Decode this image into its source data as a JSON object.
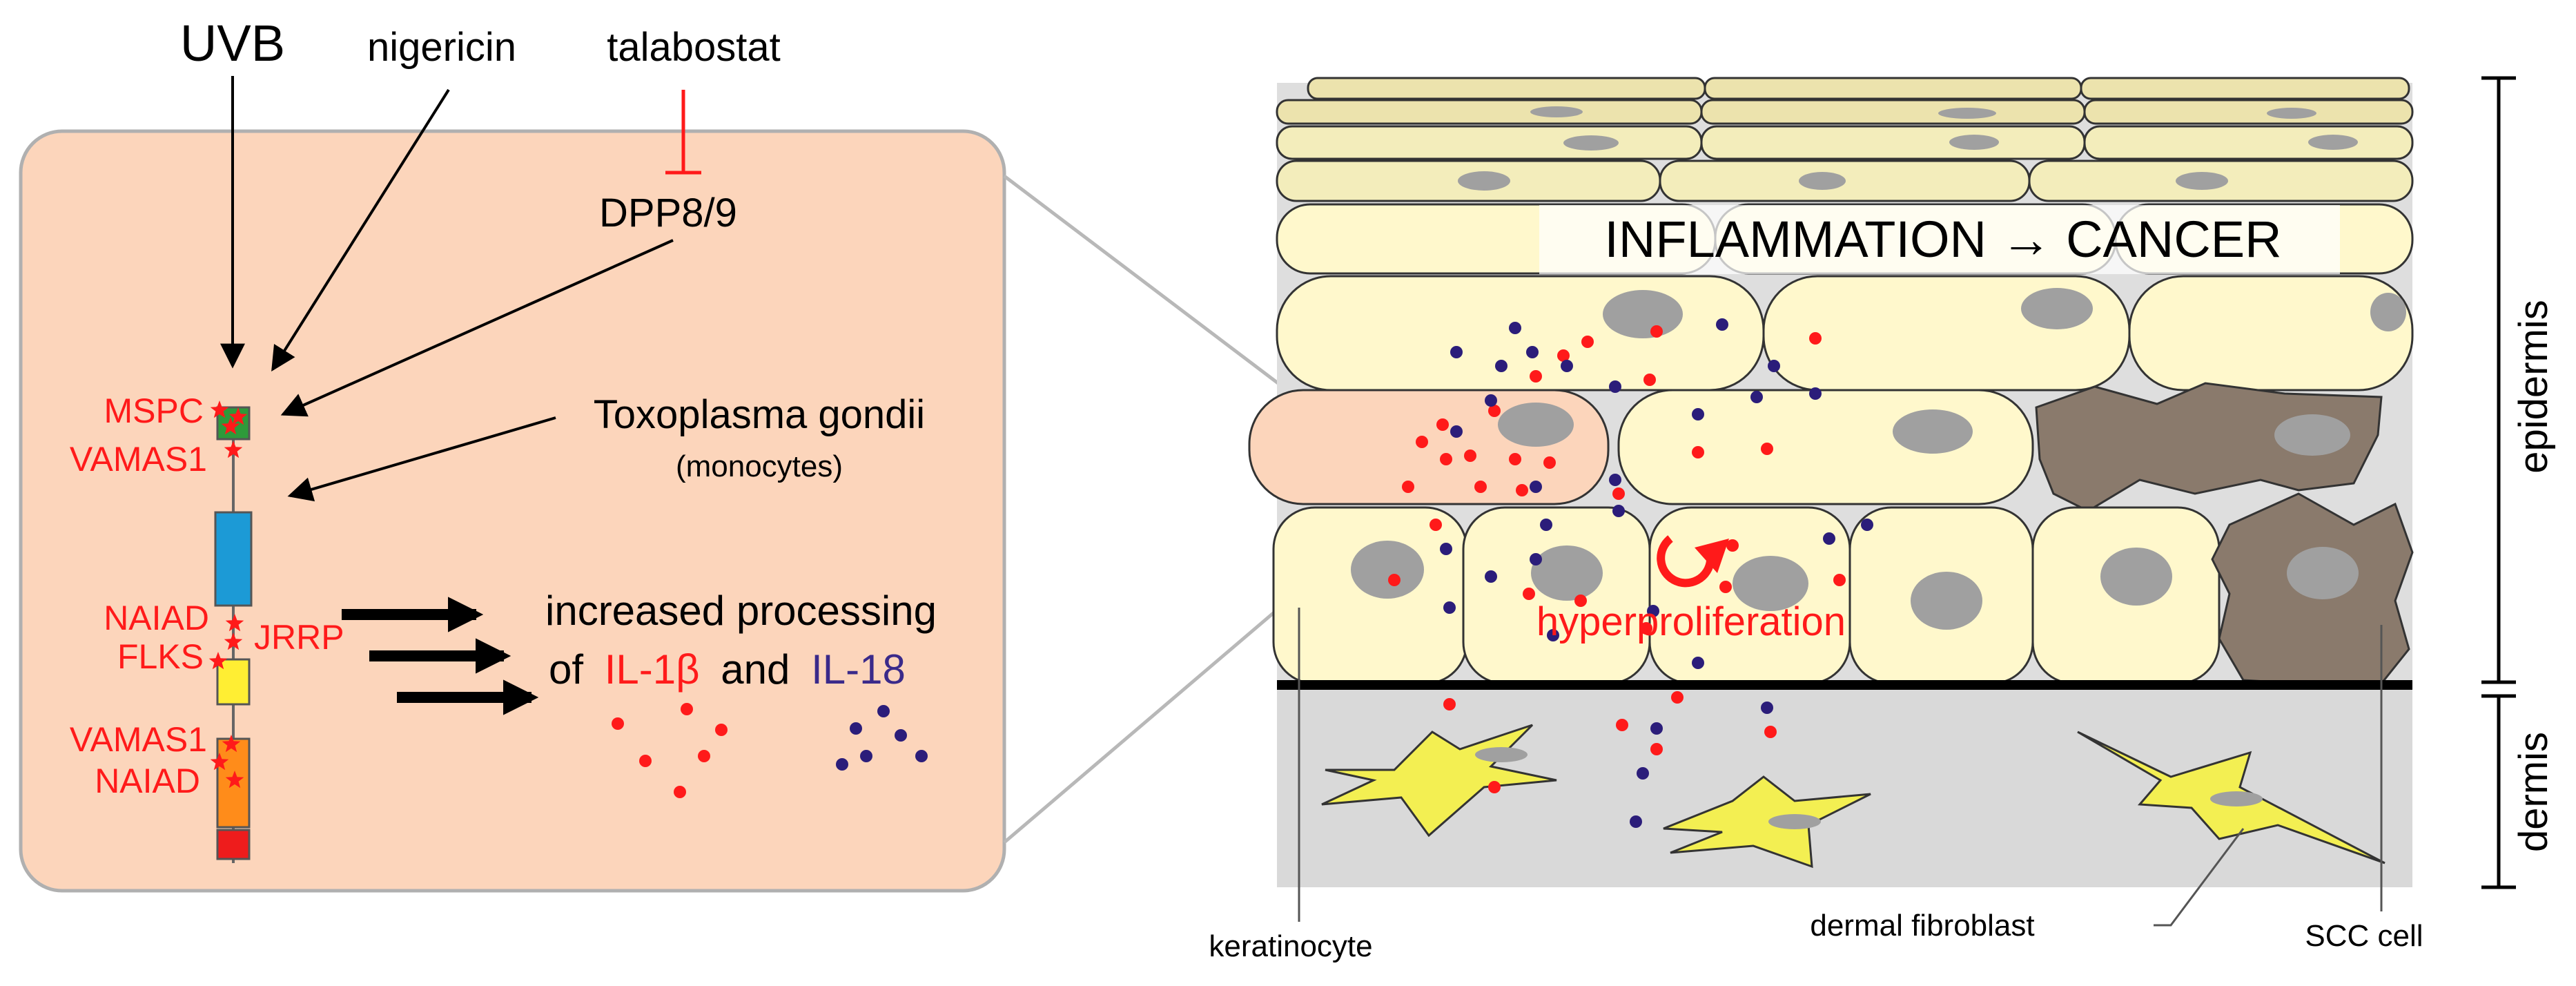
{
  "colors": {
    "panel_fill": "#fcd5bb",
    "panel_border": "#b0b0b0",
    "red": "#ff1a1a",
    "blue": "#2b1d7a",
    "cell_fill": "#fff8cc",
    "stratum_fill": "#ece3ad",
    "scc_fill": "#8a7a6c",
    "nucleus": "#a0a0a0",
    "fibroblast": "#f3ef52",
    "dermis_bg": "#d9d9d9",
    "protein_green": "#2e9a3a",
    "protein_blue": "#1c9ad6",
    "protein_yellow": "#ffee33",
    "protein_orange": "#ff8c1a",
    "protein_red": "#ee1c1c"
  },
  "stimuli": {
    "uvb": "UVB",
    "nigericin": "nigericin",
    "talabostat": "talabostat",
    "dpp": "DPP8/9",
    "toxoplasma": "Toxoplasma gondii",
    "monocytes": "(monocytes)"
  },
  "mutations": {
    "mspc": "MSPC",
    "vamas1_top": "VAMAS1",
    "naiad_mid": "NAIAD",
    "flks": "FLKS",
    "jrrp": "JRRP",
    "vamas1_bottom": "VAMAS1",
    "naiad_bottom": "NAIAD"
  },
  "outcome": {
    "line1": "increased processing",
    "of": "of",
    "il1b": "IL-1β",
    "and": "and",
    "il18": "IL-18"
  },
  "tissue": {
    "banner": "INFLAMMATION → CANCER",
    "hyperproliferation": "hyperproliferation",
    "epidermis": "epidermis",
    "dermis": "dermis",
    "keratinocyte": "keratinocyte",
    "dermal_fibroblast": "dermal fibroblast",
    "scc_cell": "SCC cell"
  }
}
